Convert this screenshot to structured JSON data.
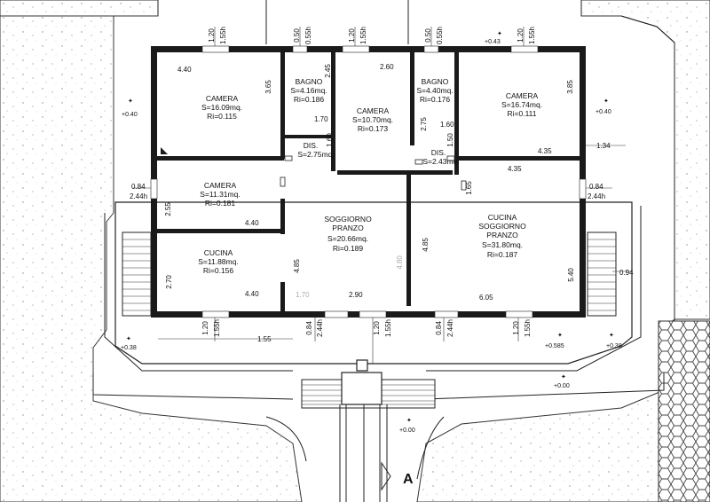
{
  "rooms": [
    {
      "name": "CAMERA",
      "area": "S=16.09mq.",
      "ratio": "Ri=0.115"
    },
    {
      "name": "BAGNO",
      "area": "S=4.16mq.",
      "ratio": "Ri=0.186"
    },
    {
      "name": "CAMERA",
      "area": "S=10.70mq.",
      "ratio": "Ri=0.173"
    },
    {
      "name": "BAGNO",
      "area": "S=4.40mq.",
      "ratio": "Ri=0.176"
    },
    {
      "name": "CAMERA",
      "area": "S=16.74mq.",
      "ratio": "Ri=0.111"
    },
    {
      "name": "DIS.",
      "area": "S=2.75mq."
    },
    {
      "name": "DIS.",
      "area": "S=2.43mq."
    },
    {
      "name": "CAMERA",
      "area": "S=11.31mq.",
      "ratio": "Ri=0.181"
    },
    {
      "name": "CUCINA",
      "area": "S=11.88mq.",
      "ratio": "Ri=0.156"
    },
    {
      "name": "SOGGIORNO",
      "name2": "PRANZO",
      "area": "S=20.66mq.",
      "ratio": "Ri=0.189"
    },
    {
      "name": "CUCINA",
      "name2": "SOGGIORNO",
      "name3": "PRANZO",
      "area": "S=31.80mq.",
      "ratio": "Ri=0.187"
    }
  ],
  "dimensions": {
    "d440a": "4.40",
    "d365": "3.65",
    "d245": "2.45",
    "d260": "2.60",
    "d275": "2.75",
    "d385": "3.85",
    "d170a": "1.70",
    "d160a": "1.60",
    "d160b": "1.60",
    "d150": "1.50",
    "d435a": "4.35",
    "d435b": "4.35",
    "d134": "1.34",
    "d165": "1.65",
    "d255": "2.55",
    "d440b": "4.40",
    "d485a": "4.85",
    "d480": "4.80",
    "d485b": "4.85",
    "d270": "2.70",
    "d440c": "4.40",
    "d170b": "1.70",
    "d290": "2.90",
    "d540": "5.40",
    "d605": "6.05",
    "d155": "1.55",
    "d094": "0.94"
  },
  "windows": [
    {
      "w": "1.20",
      "h": "1.55h"
    },
    {
      "w": "0.50",
      "h": "0.55h"
    },
    {
      "w": "1.20",
      "h": "1.55h"
    },
    {
      "w": "0.50",
      "h": "0.55h"
    },
    {
      "w": "1.20",
      "h": "1.55h"
    },
    {
      "w": "0.84",
      "h": "2.44h"
    },
    {
      "w": "0.84",
      "h": "2.44h"
    },
    {
      "w": "1.20",
      "h": "1.55h"
    },
    {
      "w": "0.84",
      "h": "2.44h"
    },
    {
      "w": "1.20",
      "h": "1.55h"
    },
    {
      "w": "0.84",
      "h": "2.44h"
    },
    {
      "w": "1.20",
      "h": "1.55h"
    }
  ],
  "elevations": {
    "e043": "+0.43",
    "e040a": "+0.40",
    "e040b": "+0.40",
    "e038a": "+0.38",
    "e0585": "+0.585",
    "e038b": "+0.38",
    "e000a": "+0.00",
    "e000b": "+0.00"
  },
  "north_marker": "A"
}
